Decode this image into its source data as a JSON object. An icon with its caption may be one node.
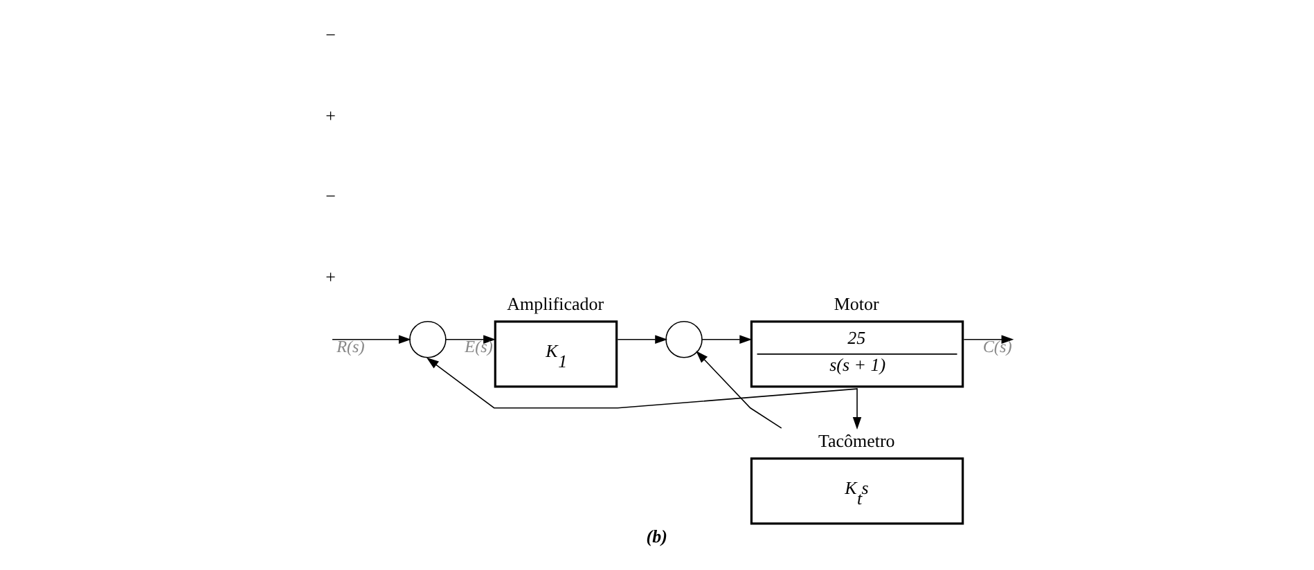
{
  "diagram": {
    "caption": "(b)",
    "nodes": [
      {
        "text": [],
        "shape": "circle"
      },
      {
        "text": [
          "Amplificador",
          "K$_{1}$"
        ]
      },
      {
        "text": [],
        "shape": "circle"
      },
      {
        "text": [
          "Motor",
          "25",
          "s(s + 1)"
        ]
      },
      {
        "text": [
          "Tacômetro",
          "K$_{t}$s"
        ]
      }
    ],
    "edges": [
      {
        "from": null,
        "to": 0,
        "arrow": "to",
        "label": "R(s)"
      },
      {
        "from": 0,
        "to": 1,
        "arrow": "to",
        "label": "E(s)"
      },
      {
        "from": 1,
        "to": 2,
        "arrow": "to"
      },
      {
        "from": 2,
        "to": 3,
        "arrow": "to"
      },
      {
        "from": 3,
        "to": null,
        "arrow": "to",
        "label": "C(s)"
      },
      {
        "from": 3,
        "to": 4,
        "arrow": "to"
      },
      {
        "from": 4,
        "to": 2,
        "arrow": "to"
      },
      {
        "from": 3,
        "to": 0,
        "arrow": "to"
      }
    ],
    "labels": [
      "+",
      "−",
      "+",
      "−"
    ]
  }
}
